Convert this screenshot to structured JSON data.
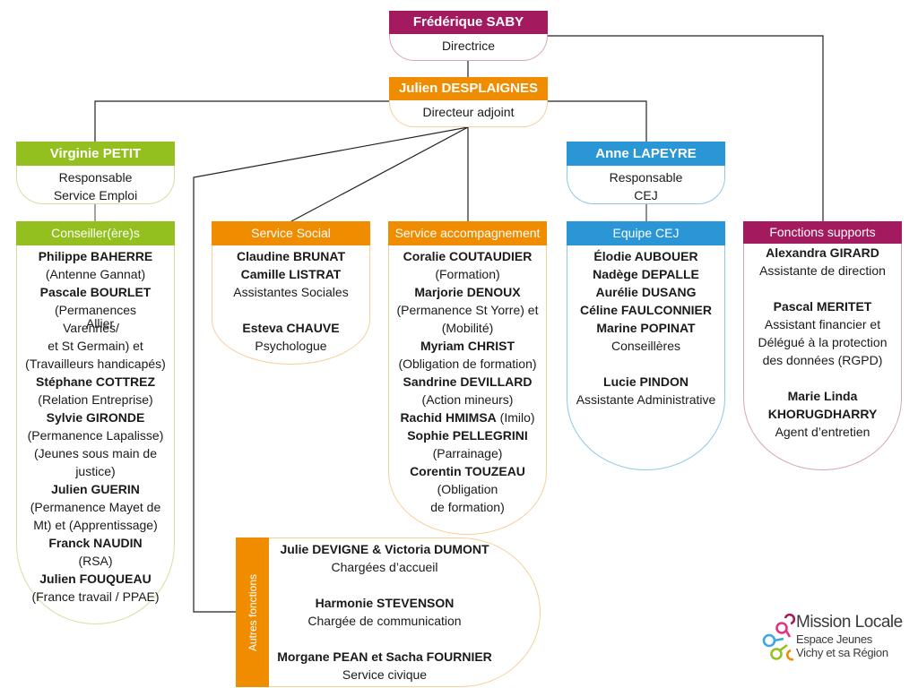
{
  "director": {
    "name": "Frédérique SABY",
    "title": "Directrice"
  },
  "deputy": {
    "name": "Julien DESPLAIGNES",
    "title": "Directeur adjoint"
  },
  "emploi_manager": {
    "name": "Virginie PETIT",
    "title_line1": "Responsable",
    "title_line2": "Service Emploi"
  },
  "cej_manager": {
    "name": "Anne LAPEYRE",
    "title_line1": "Responsable",
    "title_line2": "CEJ"
  },
  "teams": {
    "conseillers": {
      "label": "Conseiller(ère)s",
      "p1_name": "Philippe BAHERRE",
      "p1_role": "(Antenne Gannat)",
      "p2_name": "Pascale BOURLET",
      "p2_role1": "(Permanences",
      "p2_role2a": "Varennes/",
      "p2_role2b": "Allier",
      "p2_role3": "et St Germain) et",
      "p2_role4": "(Travailleurs handicapés)",
      "p3_name": "Stéphane COTTREZ",
      "p3_role": "(Relation Entreprise)",
      "p4_name": "Sylvie GIRONDE",
      "p4_role1": "(Permanence Lapalisse)",
      "p4_role2": "(Jeunes sous main de",
      "p4_role3": "justice)",
      "p5_name": "Julien GUERIN",
      "p5_role1": "(Permanence Mayet de",
      "p5_role2": "Mt) et (Apprentissage)",
      "p6_name": "Franck NAUDIN",
      "p6_role": "(RSA)",
      "p7_name": "Julien FOUQUEAU",
      "p7_role": "(France travail / PPAE)"
    },
    "social": {
      "label": "Service Social",
      "p1_name": "Claudine BRUNAT",
      "p2_name": "Camille LISTRAT",
      "p12_role": "Assistantes Sociales",
      "p3_name": "Esteva CHAUVE",
      "p3_role": "Psychologue"
    },
    "accompagnement": {
      "label": "Service accompagnement",
      "p1_name": "Coralie COUTAUDIER",
      "p1_role": "(Formation)",
      "p2_name": "Marjorie DENOUX",
      "p2_role1": "(Permanence St Yorre) et",
      "p2_role2": "(Mobilité)",
      "p3_name": "Myriam CHRIST",
      "p3_role": "(Obligation de formation)",
      "p4_name": "Sandrine DEVILLARD",
      "p4_role": "(Action mineurs)",
      "p5_name": "Rachid HMIMSA",
      "p5_role": "(Imilo)",
      "p6_name": "Sophie PELLEGRINI",
      "p6_role": "(Parrainage)",
      "p7_name": "Corentin TOUZEAU",
      "p7_role1": "(Obligation",
      "p7_role2": "de formation)"
    },
    "cej": {
      "label": "Equipe CEJ",
      "members": [
        "Élodie AUBOUER",
        "Nadège DEPALLE",
        "Aurélie DUSANG",
        "Céline FAULCONNIER",
        "Marine POPINAT"
      ],
      "members_role": "Conseillères",
      "admin_name": "Lucie PINDON",
      "admin_role": "Assistante Administrative"
    },
    "supports": {
      "label": "Fonctions supports",
      "p1_name": "Alexandra GIRARD",
      "p1_role": "Assistante de direction",
      "p2_name": "Pascal MERITET",
      "p2_role1": "Assistant financier et",
      "p2_role2": "Délégué à la protection",
      "p2_role3": "des données (RGPD)",
      "p3_name1": "Marie Linda",
      "p3_name2": "KHORUGDHARRY",
      "p3_role": "Agent d’entretien"
    },
    "autres": {
      "label": "Autres fonctions",
      "p1_name": "Julie DEVIGNE & Victoria DUMONT",
      "p1_role": "Chargées d’accueil",
      "p2_name": "Harmonie STEVENSON",
      "p2_role": "Chargée de communication",
      "p3_name": "Morgane PEAN et Sacha FOURNIER",
      "p3_role": "Service civique"
    }
  },
  "logo": {
    "line1": "Mission Locale",
    "line2": "Espace Jeunes",
    "line3": "Vichy et sa Région"
  },
  "colors": {
    "magenta": "#a31a5e",
    "orange": "#f08c00",
    "green": "#93c01f",
    "blue": "#2a96d6"
  }
}
